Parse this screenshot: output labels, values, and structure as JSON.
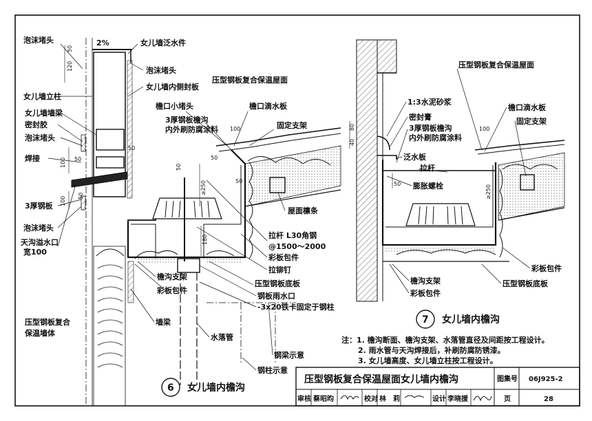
{
  "detail6": {
    "labels": {
      "foam_plug_top": "泡沫堵头",
      "slope": "2%",
      "parapet_flashing": "女儿墙泛水件",
      "foam_plug_2": "泡沫堵头",
      "parapet_inner_panel": "女儿墙内侧封板",
      "roof_panel": "压型钢板复合保温屋面",
      "parapet_post": "女儿墙立柱",
      "eave_plug": "檐口小堵头",
      "eave_drip": "檐口滴水板",
      "parapet_beam": "女儿墙墙梁",
      "sealant": "密封胶",
      "foam_plug_3": "泡沫堵头",
      "gutter_line1": "3厚钢板檐沟",
      "gutter_line2": "内外刷防腐涂料",
      "bracket": "固定支架",
      "weld": "焊接",
      "purlin": "屋面檩条",
      "steel_plate": "3厚钢板",
      "foam_plug_4": "泡沫堵头",
      "overflow1": "天沟溢水口",
      "overflow2": "宽100",
      "tie_rod1": "拉杆 L30角钢",
      "tie_rod2": "@1500～2000",
      "color_wrap": "彩板包件",
      "rivet": "拉铆钉",
      "gutter_support": "檐沟支架",
      "base_panel": "压型钢板底板",
      "color_wrap2": "彩板包件",
      "outlet": "钢板雨水口",
      "clamp": "-3x20铁卡固定于钢柱",
      "wall_beam": "墙梁",
      "wall1": "压型钢板复合",
      "wall2": "保温墙体",
      "downpipe": "水落管",
      "beam_hint": "钢梁示意",
      "column_hint": "钢柱示意"
    },
    "dims": [
      "120",
      "50",
      "50",
      "100",
      "50",
      "50",
      "100",
      "50",
      "100",
      "50",
      "≥250",
      "180",
      "50"
    ],
    "caption_no": "6",
    "caption": "女儿墙内檐沟"
  },
  "detail7": {
    "labels": {
      "roof_panel": "压型钢板复合保温屋面",
      "mortar": "1:3水泥砂浆",
      "sealant": "密封膏",
      "eave_drip": "檐口滴水板",
      "gutter_line1": "3厚钢板檐沟",
      "gutter_line2": "内外刷防腐涂料",
      "bracket": "固定支架",
      "flashing": "泛水板",
      "tie_rod": "拉杆",
      "bolt": "膨胀螺栓",
      "color_wrap": "彩板包件",
      "gutter_support": "檐沟支架",
      "base_panel": "压型钢板底板",
      "color_wrap2": "彩板包件"
    },
    "dims": [
      "80",
      "40",
      "100",
      "50",
      "≥250"
    ],
    "caption_no": "7",
    "caption": "女儿墙内檐沟"
  },
  "notes": [
    "注：1. 檐沟断面、檐沟支架、水落管直径及间距按工程设计。",
    "2. 雨水管与天沟焊接后，补刷防腐防锈漆。",
    "3. 女儿墙高度、女儿墙立柱按工程设计。"
  ],
  "title_block": {
    "title": "压型钢板复合保温屋面女儿墙内檐沟",
    "atlas_label": "图集号",
    "atlas_no": "06J925-2",
    "review_label": "审核",
    "reviewer": "蔡昭昀",
    "check_label": "校对",
    "checker": "林　莉",
    "design_label": "设计",
    "designer": "李晓援",
    "page_label": "页",
    "page_no": "28"
  }
}
